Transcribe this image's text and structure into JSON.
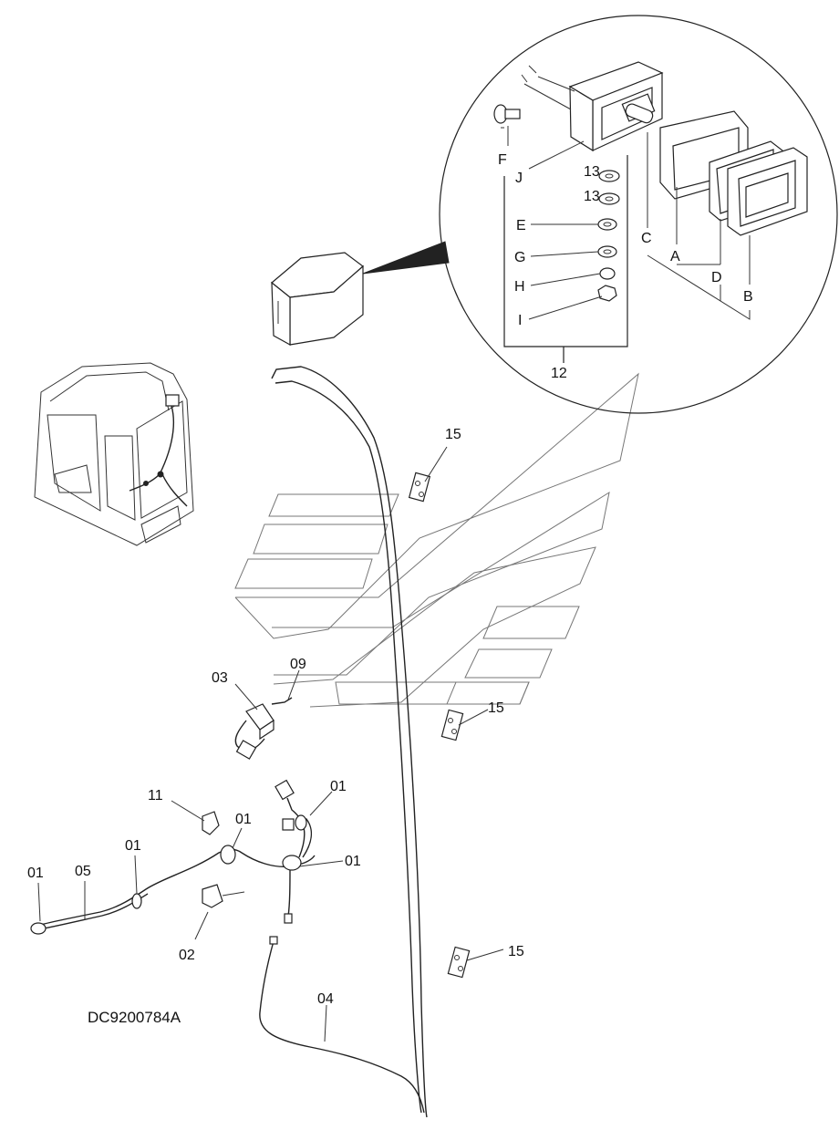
{
  "diagram": {
    "drawing_code": "DC9200784A",
    "detail_callouts": {
      "F": "F",
      "J": "J",
      "C": "C",
      "A": "A",
      "D": "D",
      "B": "B",
      "E": "E",
      "G": "G",
      "H": "H",
      "I": "I",
      "n13a": "13",
      "n13b": "13",
      "n12": "12"
    },
    "part_labels": {
      "p15a": "15",
      "p15b": "15",
      "p15c": "15",
      "p03": "03",
      "p09": "09",
      "p11": "11",
      "p01a": "01",
      "p01b": "01",
      "p01c": "01",
      "p01d": "01",
      "p01e": "01",
      "p05": "05",
      "p02": "02",
      "p04": "04"
    }
  }
}
